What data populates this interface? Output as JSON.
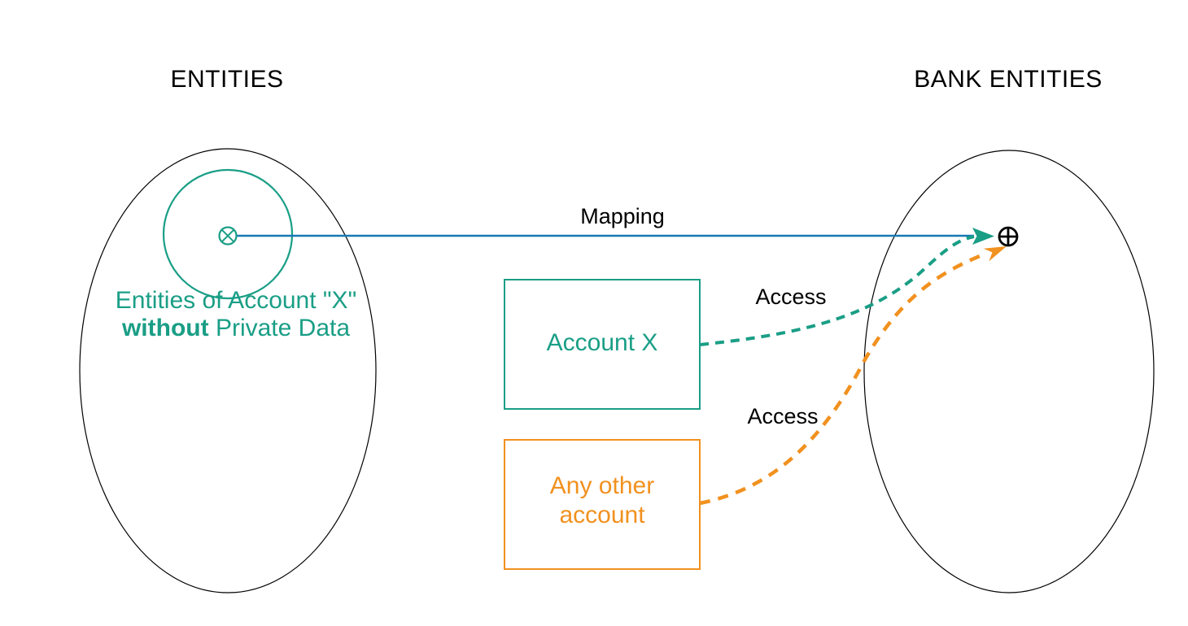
{
  "colors": {
    "teal": "#1a9e86",
    "orange": "#f1911f",
    "blue": "#1778b5",
    "ink": "#000000",
    "paper": "#ffffff"
  },
  "diagram": {
    "left_group": {
      "title": "ENTITIES",
      "subset_label_line1": "Entities of Account \"X\"",
      "subset_label_line2_bold": "without",
      "subset_label_line2_rest": " Private Data"
    },
    "right_group": {
      "title": "BANK ENTITIES"
    },
    "boxes": {
      "account_x_label": "Account X",
      "other_account_line1": "Any other",
      "other_account_line2": "account"
    },
    "arrows": {
      "mapping_label": "Mapping",
      "access_account_x_label": "Access",
      "access_other_label": "Access"
    },
    "symbols": {
      "source_point": "circled-times",
      "target_point": "circled-plus"
    }
  }
}
